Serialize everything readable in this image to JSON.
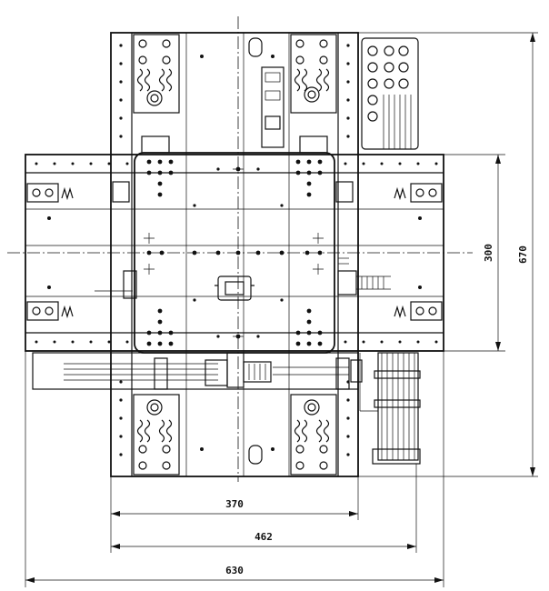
{
  "drawing": {
    "dimensions": {
      "inner_width": "370",
      "mid_width": "462",
      "overall_width": "630",
      "table_height": "300",
      "overall_height": "670"
    }
  }
}
